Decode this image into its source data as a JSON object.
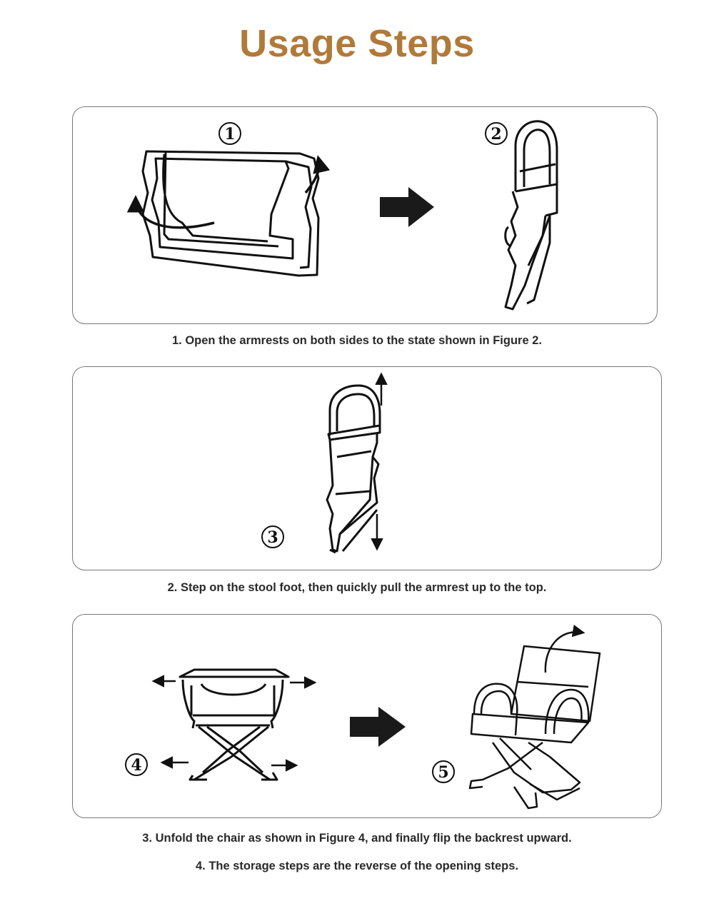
{
  "title": "Usage Steps",
  "figures": {
    "fig1": "1",
    "fig2": "2",
    "fig3": "3",
    "fig4": "4",
    "fig5": "5"
  },
  "captions": {
    "step1": "1. Open the armrests on both sides to the state shown in Figure 2.",
    "step2": "2. Step on the stool foot, then quickly pull the armrest up to the top.",
    "step3": "3. Unfold the chair as shown in Figure 4, and finally flip the backrest upward.",
    "step4": "4. The storage steps are the reverse of the opening steps."
  },
  "colors": {
    "title": "#b07a3a",
    "line": "#111111",
    "border": "#777777"
  },
  "icons": [
    "folded-chair-illustration",
    "half-open-chair-illustration",
    "unfolding-chair-illustration",
    "stool-illustration",
    "open-chair-illustration",
    "right-arrow-icon"
  ]
}
